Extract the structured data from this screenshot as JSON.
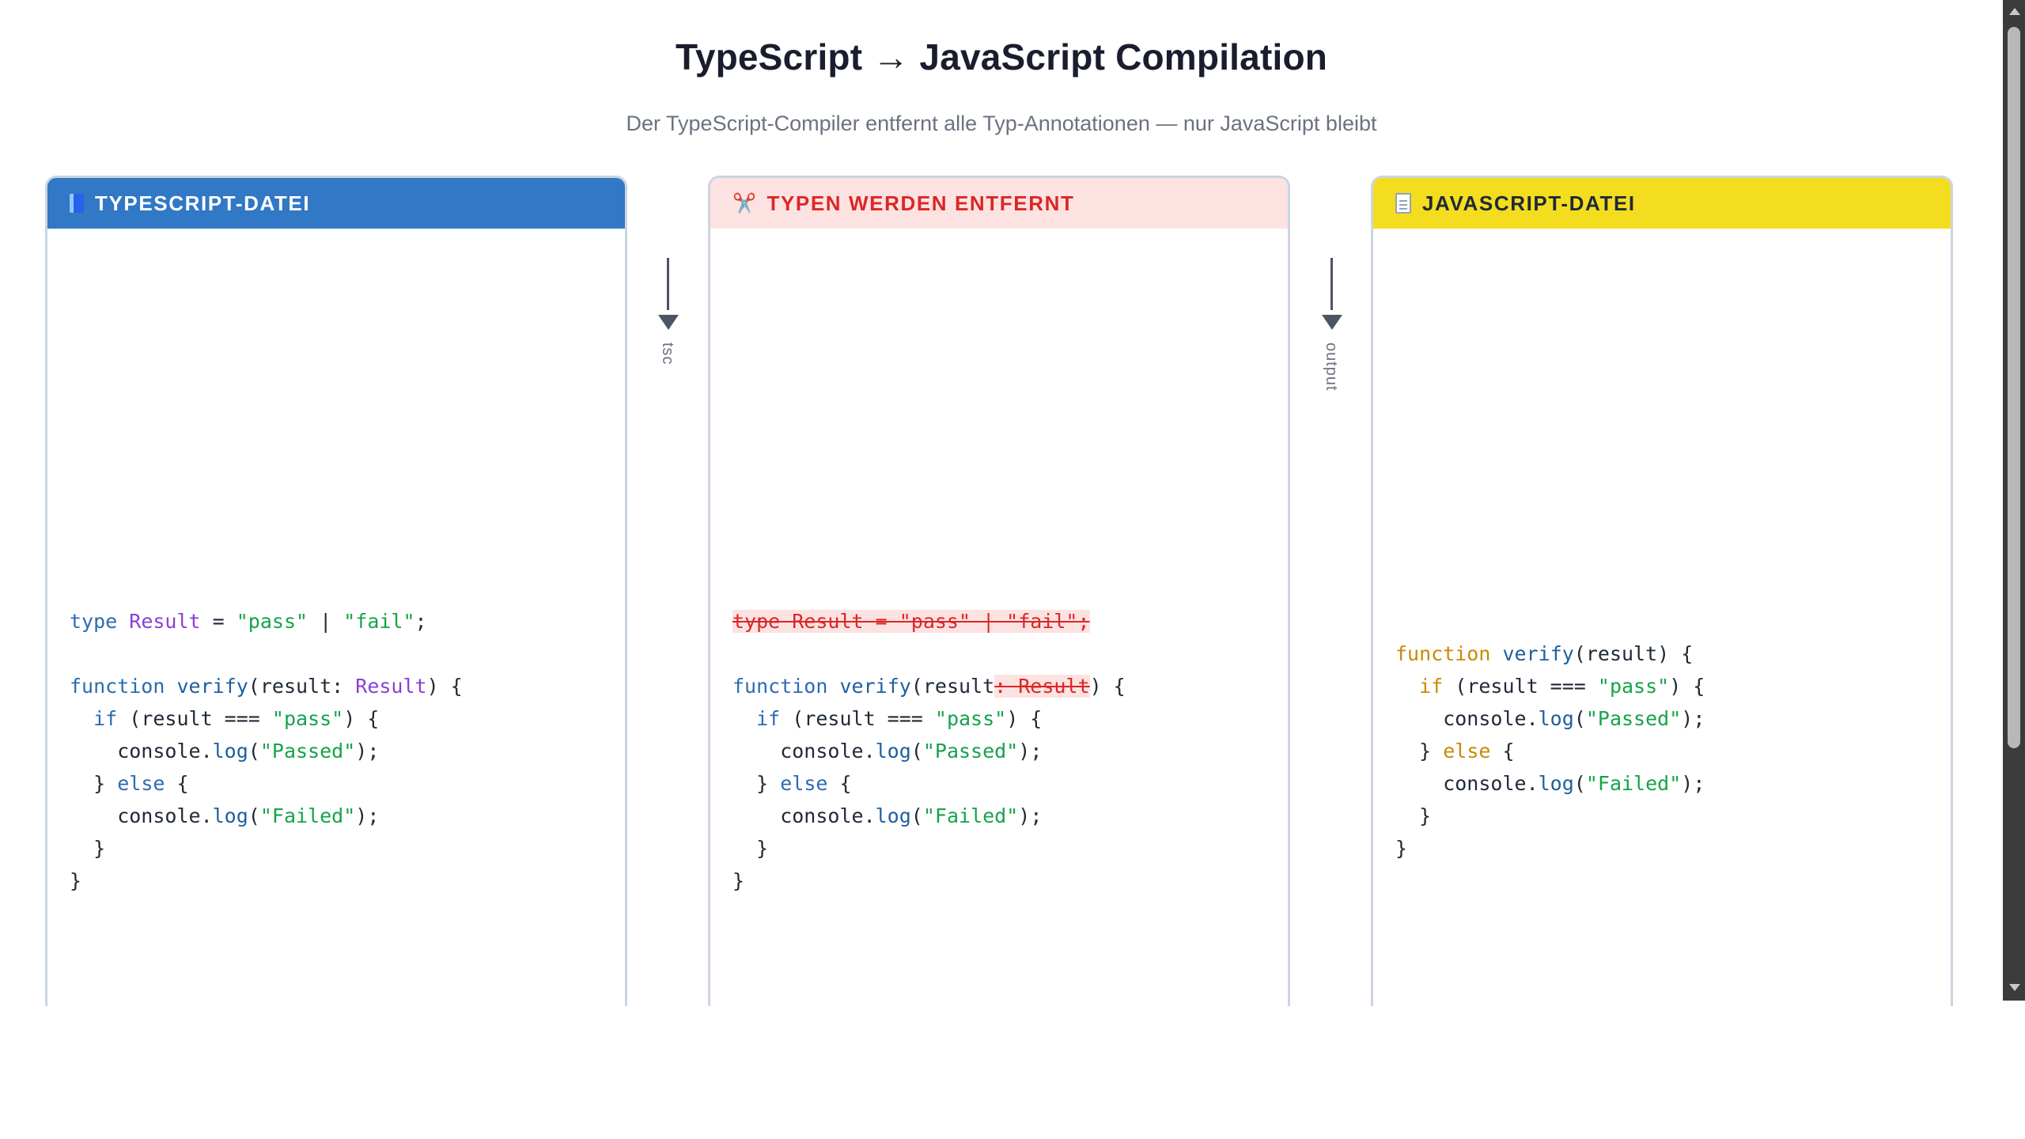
{
  "title": "TypeScript → JavaScript Compilation",
  "subtitle": "Der TypeScript-Compiler entfernt alle Typ-Annotationen — nur JavaScript bleibt",
  "panels": {
    "ts": {
      "header": "TYPESCRIPT-DATEI",
      "icon": "book-icon",
      "color": "#3178c6",
      "code": {
        "l1": [
          "type",
          " ",
          "Result",
          " = ",
          "\"pass\"",
          " | ",
          "\"fail\"",
          ";"
        ],
        "l2": [
          "function",
          " ",
          "verify",
          "(result: ",
          "Result",
          ") {"
        ],
        "l3": [
          "  ",
          "if",
          " (result === ",
          "\"pass\"",
          ") {"
        ],
        "l4": [
          "    console.",
          "log",
          "(",
          "\"Passed\"",
          ");"
        ],
        "l5": [
          "  } ",
          "else",
          " {"
        ],
        "l6": [
          "    console.",
          "log",
          "(",
          "\"Failed\"",
          ");"
        ],
        "l7": "  }",
        "l8": "}"
      }
    },
    "strip": {
      "header": "TYPEN WERDEN ENTFERNT",
      "icon": "scissors-icon",
      "icon_glyph": "✂️",
      "color": "#dc2626",
      "code": {
        "l1_removed": "type Result = \"pass\" | \"fail\";",
        "l2": [
          "function",
          " ",
          "verify",
          "(result",
          ": Result",
          ") {"
        ],
        "l3": [
          "  ",
          "if",
          " (result === ",
          "\"pass\"",
          ") {"
        ],
        "l4": [
          "    console.",
          "log",
          "(",
          "\"Passed\"",
          ");"
        ],
        "l5": [
          "  } ",
          "else",
          " {"
        ],
        "l6": [
          "    console.",
          "log",
          "(",
          "\"Failed\"",
          ");"
        ],
        "l7": "  }",
        "l8": "}"
      }
    },
    "js": {
      "header": "JAVASCRIPT-DATEI",
      "icon": "document-icon",
      "color": "#f4dd1e",
      "code": {
        "l1": [
          "function",
          " ",
          "verify",
          "(result) {"
        ],
        "l2": [
          "  ",
          "if",
          " (result === ",
          "\"pass\"",
          ") {"
        ],
        "l3": [
          "    console.",
          "log",
          "(",
          "\"Passed\"",
          ");"
        ],
        "l4": [
          "  } ",
          "else",
          " {"
        ],
        "l5": [
          "    console.",
          "log",
          "(",
          "\"Failed\"",
          ");"
        ],
        "l6": "  }",
        "l7": "}"
      }
    }
  },
  "arrows": {
    "first": "tsc",
    "second": "output"
  }
}
